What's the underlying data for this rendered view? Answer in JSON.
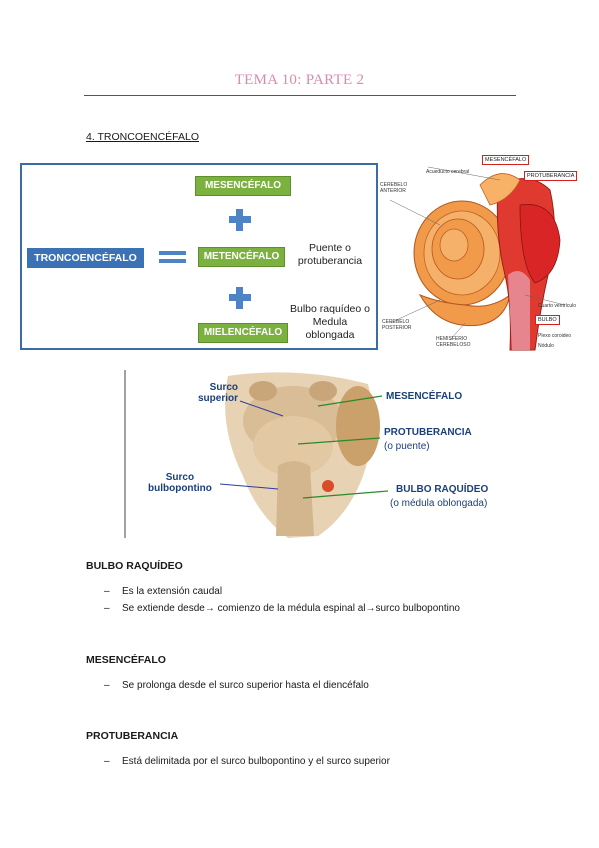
{
  "header": {
    "title": "TEMA 10: PARTE 2"
  },
  "section": {
    "heading": "4. TRONCOENCÉFALO"
  },
  "diagram": {
    "main": "TRONCOENCÉFALO",
    "parts": [
      "MESENCÉFALO",
      "METENCÉFALO",
      "MIELENCÉFALO"
    ],
    "note_metencefalo": [
      "Puente o",
      "protuberancia"
    ],
    "note_mielencefalo": [
      "Bulbo raquídeo o",
      "Medula",
      "oblongada"
    ]
  },
  "figure_top": {
    "labels": {
      "acueducto": "Acueducto cerebral",
      "cerebelo_anterior": [
        "CEREBELO",
        "ANTERIOR"
      ],
      "cerebelo_posterior": [
        "CEREBELO",
        "POSTERIOR"
      ],
      "hemisferio": [
        "HEMISFERIO",
        "CEREBELOSO"
      ],
      "cuarto": "Cuarto ventrículo",
      "plexo": "Plexo coroideo",
      "nodulo": "Nódulo"
    },
    "boxes": [
      "MESENCÉFALO",
      "PROTUBERANCIA",
      "BULBO"
    ]
  },
  "figure_mid": {
    "left_labels": [
      [
        "Surco",
        "superior"
      ],
      [
        "Surco",
        "bulbopontino"
      ]
    ],
    "right_labels": [
      {
        "title": "MESENCÉFALO",
        "sub": ""
      },
      {
        "title": "PROTUBERANCIA",
        "sub": "(o puente)"
      },
      {
        "title": "BULBO RAQUÍDEO",
        "sub": "(o médula oblongada)"
      }
    ]
  },
  "sections": [
    {
      "heading": "BULBO RAQUÍDEO",
      "items": [
        "Es la extensión caudal",
        "Se extiende desde→ comienzo de la médula espinal al→surco bulbopontino"
      ]
    },
    {
      "heading": "MESENCÉFALO",
      "items": [
        "Se prolonga desde el surco superior hasta el diencéfalo"
      ]
    },
    {
      "heading": "PROTUBERANCIA",
      "items": [
        "Está delimitada por el surco bulbopontino y el surco superior"
      ]
    }
  ],
  "dash_char": "–",
  "colors": {
    "title": "#d98ab0",
    "green": "#7ab13f",
    "blue": "#3b72b5",
    "plus": "#4e84c6",
    "label_blue": "#1b3f7a"
  }
}
